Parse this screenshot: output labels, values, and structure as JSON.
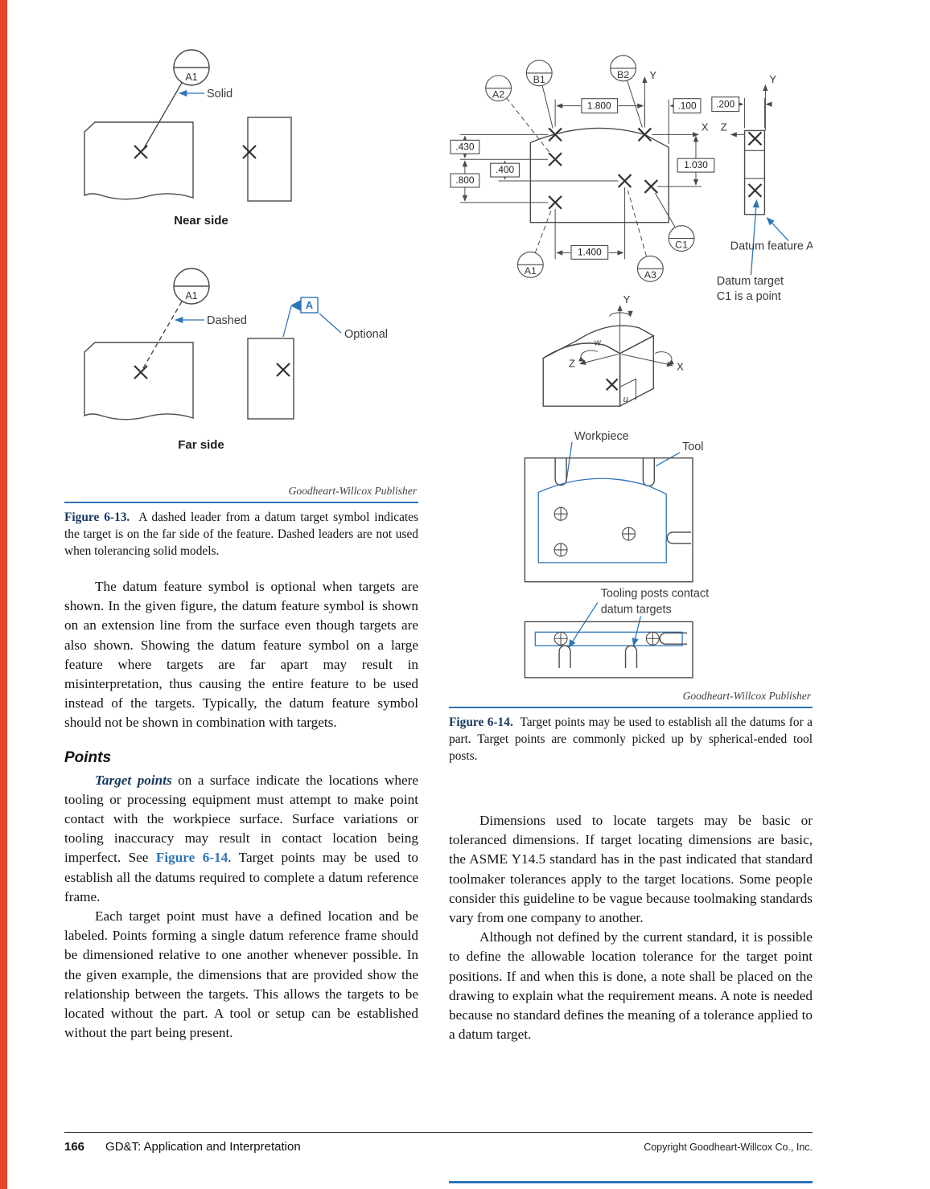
{
  "figure13": {
    "datum_label": "A1",
    "solid_label": "Solid",
    "near_side": "Near side",
    "dashed_label": "Dashed",
    "datum_feature_letter": "A",
    "optional_label": "Optional",
    "far_side": "Far side",
    "credit": "Goodheart-Willcox Publisher",
    "caption_label": "Figure 6-13.",
    "caption_text": "A dashed leader from a datum target symbol indicates the target is on the far side of the feature. Dashed leaders are not used when tolerancing solid models."
  },
  "figure14": {
    "targets": {
      "a1": "A1",
      "a2": "A2",
      "a3": "A3",
      "b1": "B1",
      "b2": "B2",
      "c1": "C1"
    },
    "dims": {
      "d1800": "1.800",
      "d100": ".100",
      "d200": ".200",
      "d430": ".430",
      "d400": ".400",
      "d800": ".800",
      "d1030": "1.030",
      "d1400": "1.400"
    },
    "axes": {
      "x": "X",
      "y": "Y",
      "z": "Z",
      "u": "u",
      "w": "w"
    },
    "annotations": {
      "datum_feature_a": "Datum feature A",
      "datum_target_line1": "Datum target",
      "datum_target_line2": "C1 is a point",
      "workpiece": "Workpiece",
      "tool": "Tool",
      "tooling_line1": "Tooling posts contact",
      "tooling_line2": "datum targets"
    },
    "credit": "Goodheart-Willcox Publisher",
    "caption_label": "Figure 6-14.",
    "caption_text": "Target points may be used to establish all the datums for a part. Target points are commonly picked up by spherical-ended tool posts."
  },
  "body": {
    "para1": "The datum feature symbol is optional when targets are shown. In the given figure, the datum feature symbol is shown on an extension line from the surface even though targets are also shown. Showing the datum feature symbol on a large feature where targets are far apart may result in misinterpretation, thus causing the entire feature to be used instead of the targets. Typically, the datum feature symbol should not be shown in combination with targets.",
    "points_heading": "Points",
    "para2_term": "Target points",
    "para2_a": " on a surface indicate the locations where tooling or processing equipment must attempt to make point contact with the workpiece surface. Surface variations or tooling inaccuracy may result in contact location being imperfect. See ",
    "para2_ref": "Figure 6-14",
    "para2_b": ". Target points may be used to establish all the datums required to complete a datum reference frame.",
    "para3": "Each target point must have a defined location and be labeled. Points forming a single datum reference frame should be dimensioned relative to one another whenever possible. In the given example, the dimensions that are provided show the relationship between the targets. This allows the targets to be located without the part. A tool or setup can be established without the part being present.",
    "para4": "Dimensions used to locate targets may be basic or toleranced dimensions. If target locating dimensions are basic, the ASME Y14.5 standard has in the past indicated that standard toolmaker tolerances apply to the target locations. Some people consider this guideline to be vague because toolmaking standards vary from one company to another.",
    "para5": "Although not defined by the current standard, it is possible to define the allowable location tolerance for the target point positions. If and when this is done, a note shall be placed on the drawing to explain what the requirement means. A note is needed because no standard defines the meaning of a tolerance applied to a datum target."
  },
  "footer": {
    "page_number": "166",
    "book_title": "GD&T: Application and Interpretation",
    "copyright": "Copyright Goodheart-Willcox Co., Inc."
  }
}
